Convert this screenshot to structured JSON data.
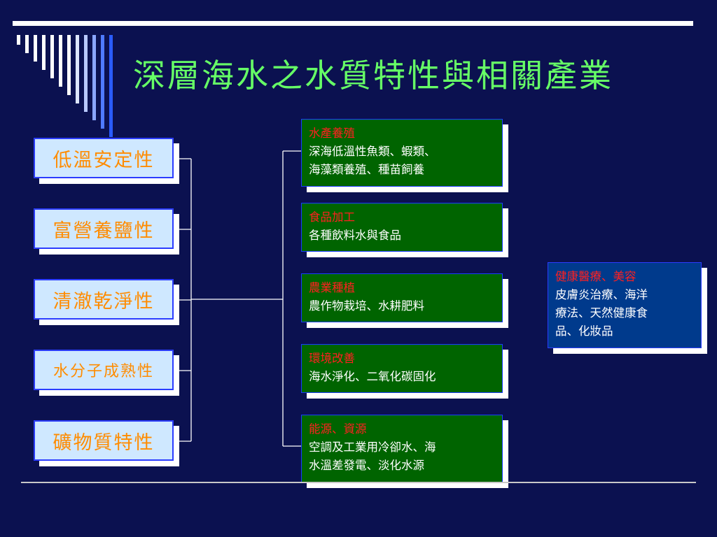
{
  "title": "深層海水之水質特性與相關產業",
  "properties": [
    "低溫安定性",
    "富營養鹽性",
    "清澈乾淨性",
    "水分子成熟性",
    "礦物質特性"
  ],
  "industries": [
    {
      "heading": "水產養殖",
      "lines": [
        "深海低溫性魚類、蝦類、",
        "海藻類養殖、種苗飼養"
      ]
    },
    {
      "heading": "食品加工",
      "lines": [
        "各種飲料水與食品"
      ]
    },
    {
      "heading": "農業種植",
      "lines": [
        "農作物栽培、水耕肥料"
      ]
    },
    {
      "heading": "環境改善",
      "lines": [
        "海水淨化、二氧化碳固化"
      ]
    },
    {
      "heading": "能源、資源",
      "lines": [
        "空調及工業用冷卻水、海",
        "水溫差發電、淡化水源"
      ]
    }
  ],
  "health": {
    "heading": "健康醫療、美容",
    "lines": [
      "皮膚炎治療、海洋",
      "療法、天然健康食",
      "品、化妝品"
    ]
  },
  "colors": {
    "background": "#0b1150",
    "title": "#66ff66",
    "property_text": "#ff8c00",
    "property_fill": "#cfe8ff",
    "industry_fill": "#006400",
    "health_fill": "#003a8c",
    "heading_text": "#ff2020"
  }
}
